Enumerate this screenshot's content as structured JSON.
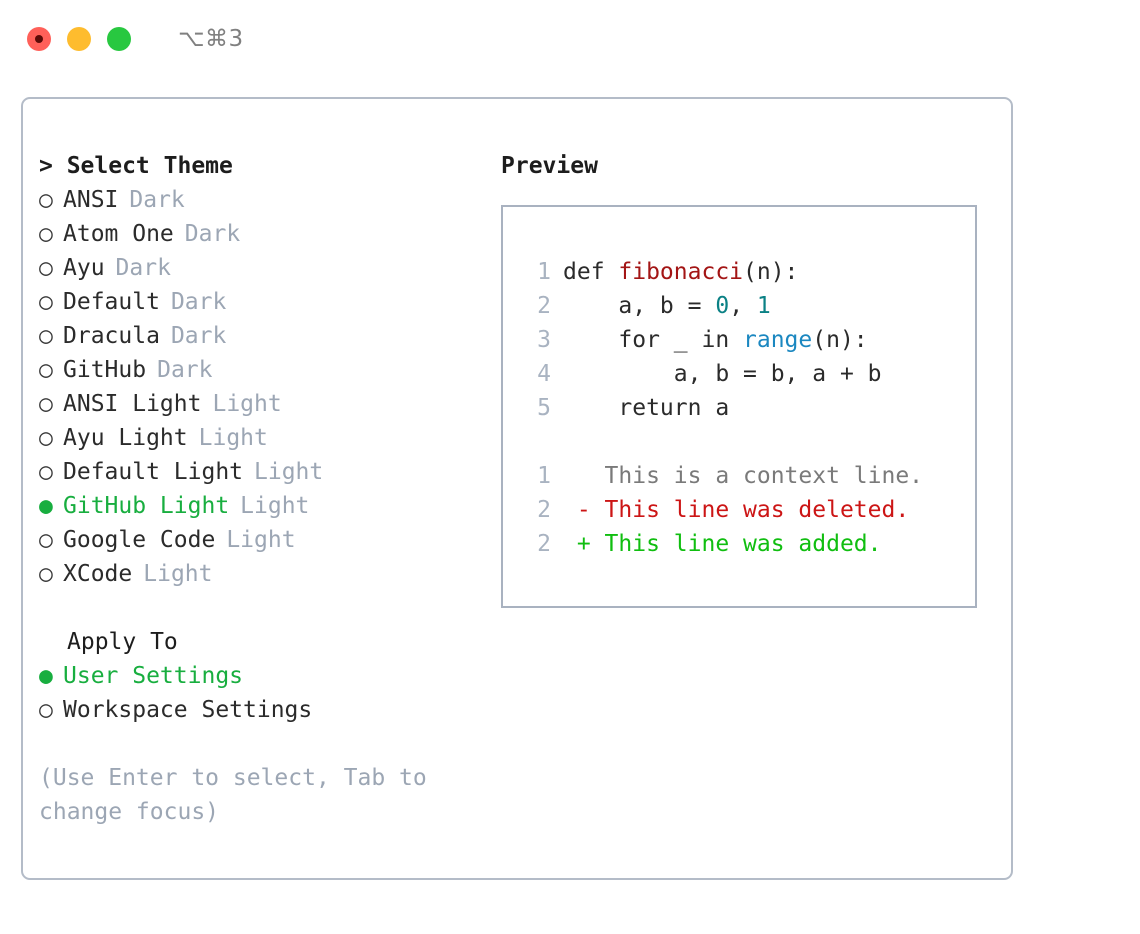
{
  "titlebar": {
    "traffic_lights": [
      {
        "name": "close",
        "color": "#ff6059"
      },
      {
        "name": "minimize",
        "color": "#febc2e"
      },
      {
        "name": "maximize",
        "color": "#28c840"
      }
    ],
    "shortcut": "⌥⌘3"
  },
  "theme_picker": {
    "header": "> Select Theme",
    "bullet_unselected": "○",
    "bullet_selected": "●",
    "items": [
      {
        "name": "ANSI",
        "category": "Dark",
        "selected": false
      },
      {
        "name": "Atom One",
        "category": "Dark",
        "selected": false
      },
      {
        "name": "Ayu",
        "category": "Dark",
        "selected": false
      },
      {
        "name": "Default",
        "category": "Dark",
        "selected": false
      },
      {
        "name": "Dracula",
        "category": "Dark",
        "selected": false
      },
      {
        "name": "GitHub",
        "category": "Dark",
        "selected": false
      },
      {
        "name": "ANSI Light",
        "category": "Light",
        "selected": false
      },
      {
        "name": "Ayu Light",
        "category": "Light",
        "selected": false
      },
      {
        "name": "Default Light",
        "category": "Light",
        "selected": false
      },
      {
        "name": "GitHub Light",
        "category": "Light",
        "selected": true
      },
      {
        "name": "Google Code",
        "category": "Light",
        "selected": false
      },
      {
        "name": "XCode",
        "category": "Light",
        "selected": false
      }
    ]
  },
  "apply_to": {
    "header": "Apply To",
    "options": [
      {
        "label": "User Settings",
        "selected": true
      },
      {
        "label": "Workspace Settings",
        "selected": false
      }
    ]
  },
  "hint": "(Use Enter to select, Tab to change focus)",
  "preview": {
    "title": "Preview",
    "code_lines": [
      {
        "num": "1",
        "indent": "",
        "parts": [
          {
            "text": "def ",
            "token": "plain"
          },
          {
            "text": "fibonacci",
            "token": "fn"
          },
          {
            "text": "(n):",
            "token": "plain"
          }
        ]
      },
      {
        "num": "2",
        "indent": "    ",
        "parts": [
          {
            "text": "a, b = ",
            "token": "plain"
          },
          {
            "text": "0",
            "token": "num"
          },
          {
            "text": ", ",
            "token": "plain"
          },
          {
            "text": "1",
            "token": "num"
          }
        ]
      },
      {
        "num": "3",
        "indent": "    ",
        "parts": [
          {
            "text": "for _ in ",
            "token": "plain"
          },
          {
            "text": "range",
            "token": "call"
          },
          {
            "text": "(n):",
            "token": "plain"
          }
        ]
      },
      {
        "num": "4",
        "indent": "        ",
        "parts": [
          {
            "text": "a, b = b, a + b",
            "token": "plain"
          }
        ]
      },
      {
        "num": "5",
        "indent": "    ",
        "parts": [
          {
            "text": "return a",
            "token": "plain"
          }
        ]
      }
    ],
    "diff_lines": [
      {
        "num": "1",
        "marker": " ",
        "text": "This is a context line.",
        "kind": "context"
      },
      {
        "num": "2",
        "marker": "-",
        "text": "This line was deleted.",
        "kind": "deleted"
      },
      {
        "num": "2",
        "marker": "+",
        "text": "This line was added.",
        "kind": "added"
      }
    ]
  },
  "colors": {
    "accent_green": "#18ae3f",
    "muted_gray": "#9ca6b4",
    "border": "#b4bcc8",
    "code_function": "#a31515",
    "code_number": "#0b8185",
    "code_call": "#1b87c0",
    "diff_deleted": "#cc1515",
    "diff_added": "#10be10"
  }
}
